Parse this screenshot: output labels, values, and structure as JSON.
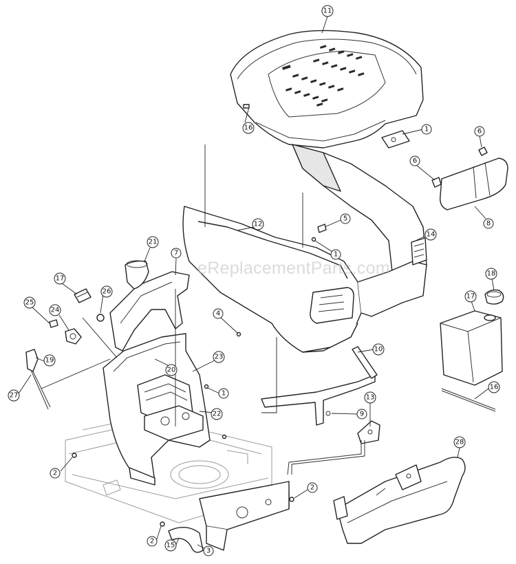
{
  "watermark": "eReplacementParts.com",
  "callouts": [
    "11",
    "1",
    "6",
    "6",
    "8",
    "16",
    "12",
    "5",
    "1",
    "14",
    "21",
    "7",
    "17",
    "26",
    "24",
    "25",
    "19",
    "27",
    "4",
    "20",
    "23",
    "1",
    "22",
    "18",
    "17",
    "10",
    "9",
    "13",
    "16",
    "2",
    "2",
    "28",
    "2",
    "15",
    "3"
  ]
}
